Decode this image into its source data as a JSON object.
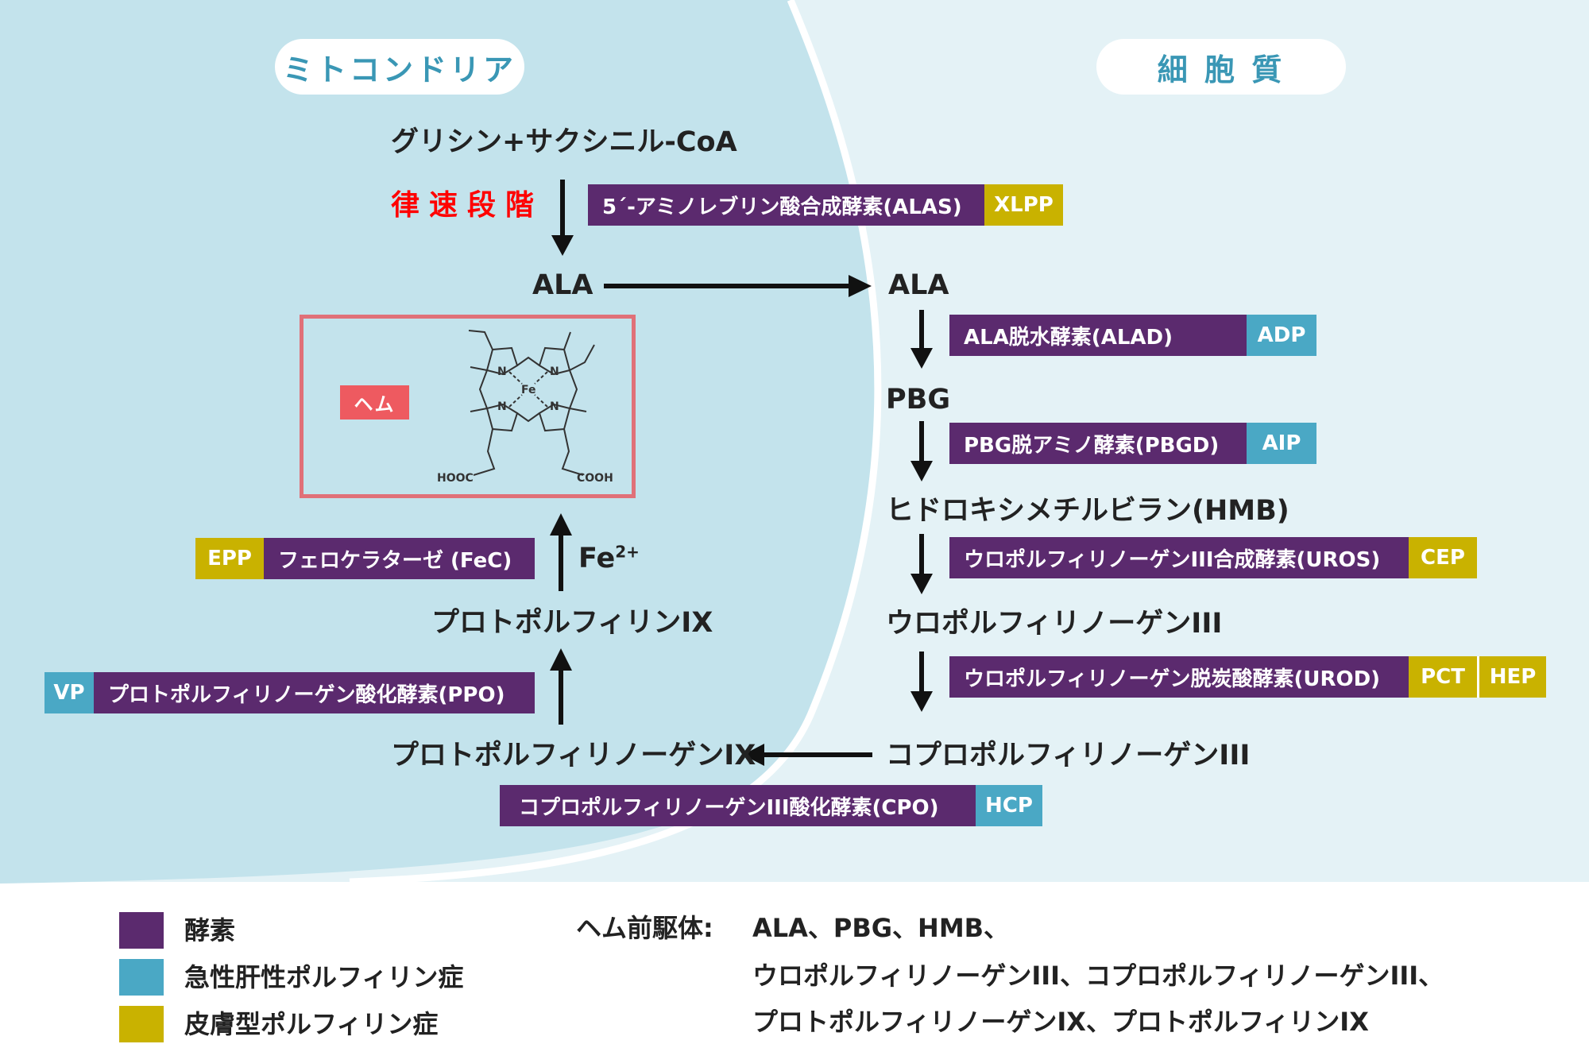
{
  "compartments": {
    "mito": "ミトコンドリア",
    "cyto": "細 胞 質"
  },
  "colors": {
    "mito_bg": "#c3e3ec",
    "cyto_bg": "#e4f2f6",
    "enzyme": "#5b2a6e",
    "acute": "#4aa8c5",
    "skin": "#c9b200",
    "rate_limiting": "#ff0000",
    "heme_frame": "#e07078"
  },
  "metabolites": {
    "start": "グリシン+サクシニル-CoA",
    "ala_mito": "ALA",
    "ala_cyto": "ALA",
    "pbg": "PBG",
    "hmb": "ヒドロキシメチルビラン(HMB)",
    "uro3": "ウロポルフィリノーゲンIII",
    "copro3": "コプロポルフィリノーゲンIII",
    "protogen9": "プロトポルフィリノーゲンIX",
    "proto9": "プロトポルフィリンIX",
    "fe_base": "Fe",
    "fe_charge": "2+"
  },
  "rate_limiting": "律速段階",
  "enzymes": {
    "alas": {
      "name": "5´-アミノレブリン酸合成酵素(ALAS)",
      "codes": [
        "XLPP"
      ]
    },
    "alad": {
      "name": "ALA脱水酵素(ALAD)",
      "codes": [
        "ADP"
      ]
    },
    "pbgd": {
      "name": "PBG脱アミノ酵素(PBGD)",
      "codes": [
        "AIP"
      ]
    },
    "uros": {
      "name": "ウロポルフィリノーゲンIII合成酵素(UROS)",
      "codes": [
        "CEP"
      ]
    },
    "urod": {
      "name": "ウロポルフィリノーゲン脱炭酸酵素(UROD)",
      "codes": [
        "PCT",
        "HEP"
      ]
    },
    "cpo": {
      "name": "コプロポルフィリノーゲンIII酸化酵素(CPO)",
      "codes": [
        "HCP"
      ]
    },
    "ppo": {
      "name": "プロトポルフィリノーゲン酸化酵素(PPO)",
      "codes": [
        "VP"
      ]
    },
    "fec": {
      "name": "フェロケラターゼ (FeC)",
      "codes": [
        "EPP"
      ]
    }
  },
  "heme": {
    "tag": "ヘム",
    "metal": "Fe",
    "nitrogen": "N",
    "left_acid": "HOOC",
    "right_acid": "COOH"
  },
  "legend": {
    "enzyme": "酵素",
    "acute": "急性肝性ポルフィリン症",
    "skin": "皮膚型ポルフィリン症"
  },
  "precursors": {
    "label": "ヘム前駆体:",
    "line1": "ALA、PBG、HMB、",
    "line2": "ウロポルフィリノーゲンIII、コプロポルフィリノーゲンIII、",
    "line3": "プロトポルフィリノーゲンIX、プロトポルフィリンIX"
  }
}
